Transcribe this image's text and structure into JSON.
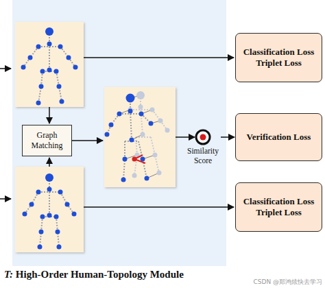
{
  "diagram": {
    "caption": "T: High-Order Human-Topology Module",
    "nodes": [
      {
        "text": [
          "Graph Matching"
        ]
      },
      {
        "text": [
          "Similarity Score"
        ]
      },
      {
        "text": [
          "Classification Loss Triplet Loss"
        ]
      },
      {
        "text": [
          "Verification Loss"
        ]
      },
      {
        "text": [
          "Classification Loss Triplet Loss"
        ]
      }
    ],
    "edges": [
      {
        "from": 1,
        "to": 3,
        "arrow": "to"
      }
    ],
    "labels": [
      "CSDN @郑鸿炫快去学习"
    ]
  }
}
